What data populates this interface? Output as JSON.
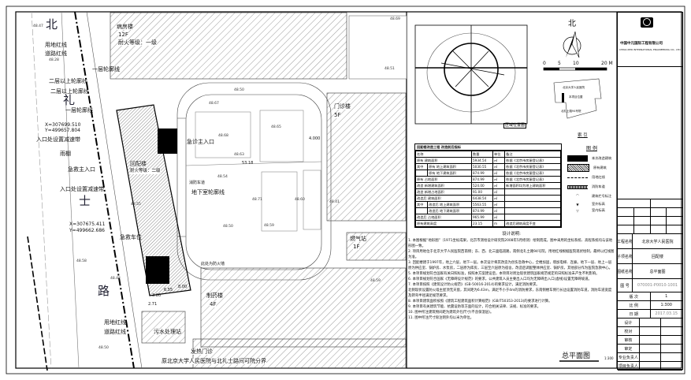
{
  "plan": {
    "north_char": "北",
    "li_char": "礼",
    "shi_char": "士",
    "lu_char": "路",
    "land_line": "用地红线",
    "road_line": "道路红线",
    "outline_1f": "一层轮廓线",
    "outline_2f": "二层以上轮廓线",
    "coord1_x": "X=307699.510",
    "coord1_y": "Y=499657.804",
    "coord2_x": "X=307675.411",
    "coord2_y": "Y=499662.686",
    "speed_bump": "入口处设置减速带",
    "canopy": "雨棚",
    "er_entrance": "急救主入口",
    "clinic_entrance": "急诊主入口",
    "ward": "病房楼",
    "ward_floors": "12F",
    "fire_rating_1": "耐火等级：一级",
    "clinic_bldg": "门诊楼",
    "clinic_floors": "5F",
    "basement_outline": "地下室轮廓线",
    "ambulance_parking": "急救车位",
    "fire_ladder": "此处为防火墙",
    "pharmacy": "制药楼",
    "pharmacy_floors": "4F",
    "sewage": "污水处理站",
    "gas": "燃气站",
    "gas_floors": "1F",
    "bottom_building": "发热门诊",
    "bottom_note": "原北京大学人民医院与北礼士路间可院分界",
    "main_bldg": "回配楼",
    "main_fire": "耐火等级：二级",
    "fire_lane": "消防车道",
    "elevations": [
      "48.47",
      "48.28",
      "48.51",
      "48.50",
      "48.67",
      "48.65",
      "48.68",
      "48.63",
      "48.54",
      "48.71",
      "48.60",
      "48.50",
      "48.59",
      "48.42",
      "48.58",
      "48.41",
      "48.69",
      "48.59",
      "48.50",
      "48.55"
    ],
    "dims": [
      "53.18",
      "4.000",
      "8.00",
      "6.55",
      "3.80",
      "2.71"
    ]
  },
  "keymap": {
    "caption": "区域位置图",
    "north": "北",
    "scale_ticks": [
      "0",
      "5",
      "10",
      "20 M"
    ],
    "index_label": "索 引",
    "index_a": "北京大学人民医院",
    "index_b": "本项目位置",
    "index_c": "北礼士路94号院"
  },
  "table": {
    "title": "回配楼改造工程 改造前后指标",
    "header": [
      "名称",
      "数量",
      "单位",
      "备注"
    ],
    "rows": [
      [
        "原有 建筑面积",
        "",
        "5934.54",
        "㎡",
        "依据《北京市房屋登记表》"
      ],
      [
        "其中",
        "原有 地上建筑面积",
        "5030.55",
        "㎡",
        "依据《北京市房屋登记表》"
      ],
      [
        "",
        "原有 地下建筑面积",
        "874.99",
        "㎡",
        "依据《北京市房屋登记表》"
      ],
      [
        "原有 占地面积",
        "",
        "874.99",
        "㎡",
        "依据《北京市房屋登记表》"
      ],
      [
        "改造 新增建筑面积",
        "",
        "524.00",
        "㎡",
        "新增面积均为地上建筑面积"
      ],
      [
        "改造 新增占地面积",
        "",
        "91.00",
        "㎡",
        ""
      ],
      [
        "改造后 建筑面积",
        "",
        "6438.54",
        "㎡",
        ""
      ],
      [
        "其中",
        "改造后 地上建筑面积",
        "5563.55",
        "㎡",
        ""
      ],
      [
        "",
        "改造后 地下建筑面积",
        "874.99",
        "㎡",
        ""
      ],
      [
        "改造后 占地面积",
        "",
        "965.99",
        "㎡",
        ""
      ],
      [
        "原有建筑高度",
        "",
        "23.15",
        "m",
        "改造后建筑高度不变"
      ]
    ]
  },
  "legend": {
    "title": "图 例",
    "items": [
      "本次改造建筑",
      "原有建筑",
      "用地红线",
      "消防车道",
      "建筑栏号标注",
      "室外标高",
      "室内标高"
    ]
  },
  "notes": {
    "title": "设计说明:",
    "lines": [
      "1. 本图根据“地形图”（1971坐标成果，北京市测绘设计研究院2008年5月修测）绘制而成，图中采用的坐标系统、高程系统均与该地形图一致。",
      "2. 项目用地位于北京大学人民医院西南侧；东、西、北三面临道路，南侧北礼士路94号院，用地红线根据医院现状绘制，最终以红线图为准。",
      "3. 回配楼建于1997年，地上六层，地下一层。本次设计将其改造为创伤急救中心，全楼加固，增加电梯、连廊。地下一层、地上一层原为供应室、锅炉房、水泵房，二层原为库房，三层至六层原为宿舍，改造后调配整体供应室、锅炉房，其他部分作为医院急救中心。",
      "5. 本项目规划符合国家有关日照标准，按照本方案建设后，本项目对周边现状建筑国家规范规定的日照标准未产生不利影响。",
      "6. 本项目规划符合国家《无障碍设计规范》的要求，公共建筑人员主要出入口均为无障碍出入口(虚线)设置无障碍坡道。",
      "7. 本项目按照《建筑设计防火规范》(GB-50016-2014)的要求设计，满足消防要求。",
      "北侧现状设置防火墙主屋顶无天窗，其间距为6.43m，满足不小于4m的消防要求，东南侧楼车侧行长边设置消防车道，消防车道宽度及转弯半径满足规范要求。",
      "8. 本项目建筑面积按照《建筑工程建筑面积计算规范》(GB/T50353-2013)的要求进行计算。",
      "9. 本项目有关建筑节能、抗震设防等方面的设计，符合相关法律、法规、标准的要求。",
      "10. 图中所注建筑物间距为建筑外包尺寸(不含保温层)。",
      "11. 图中所注尺寸除注明外均以米为单位。"
    ],
    "drawing_title": "总平面图",
    "drawing_scale": "1:300"
  },
  "title_block": {
    "company_cn": "中国中元国际工程有限公司",
    "company_en": "CHINA IPPR INTERNATIONAL ENGINEERING CO., LTD",
    "project_label": "工程名称",
    "project": "北京大学人民医院",
    "item_label": "子项名称",
    "item": "回配楼",
    "drawing_label": "图纸名称",
    "drawing": "总平面图",
    "number_label": "图 号",
    "number": "070001-P0010-1001",
    "version_label": "版 次",
    "version": "1",
    "scale_label": "比 例",
    "scale": "1:300",
    "date_label": "日 期",
    "date": "2017.03.15",
    "sign_rows": [
      "设计",
      "校对",
      "审核",
      "审定",
      "专业负责人",
      "项目负责人"
    ]
  }
}
